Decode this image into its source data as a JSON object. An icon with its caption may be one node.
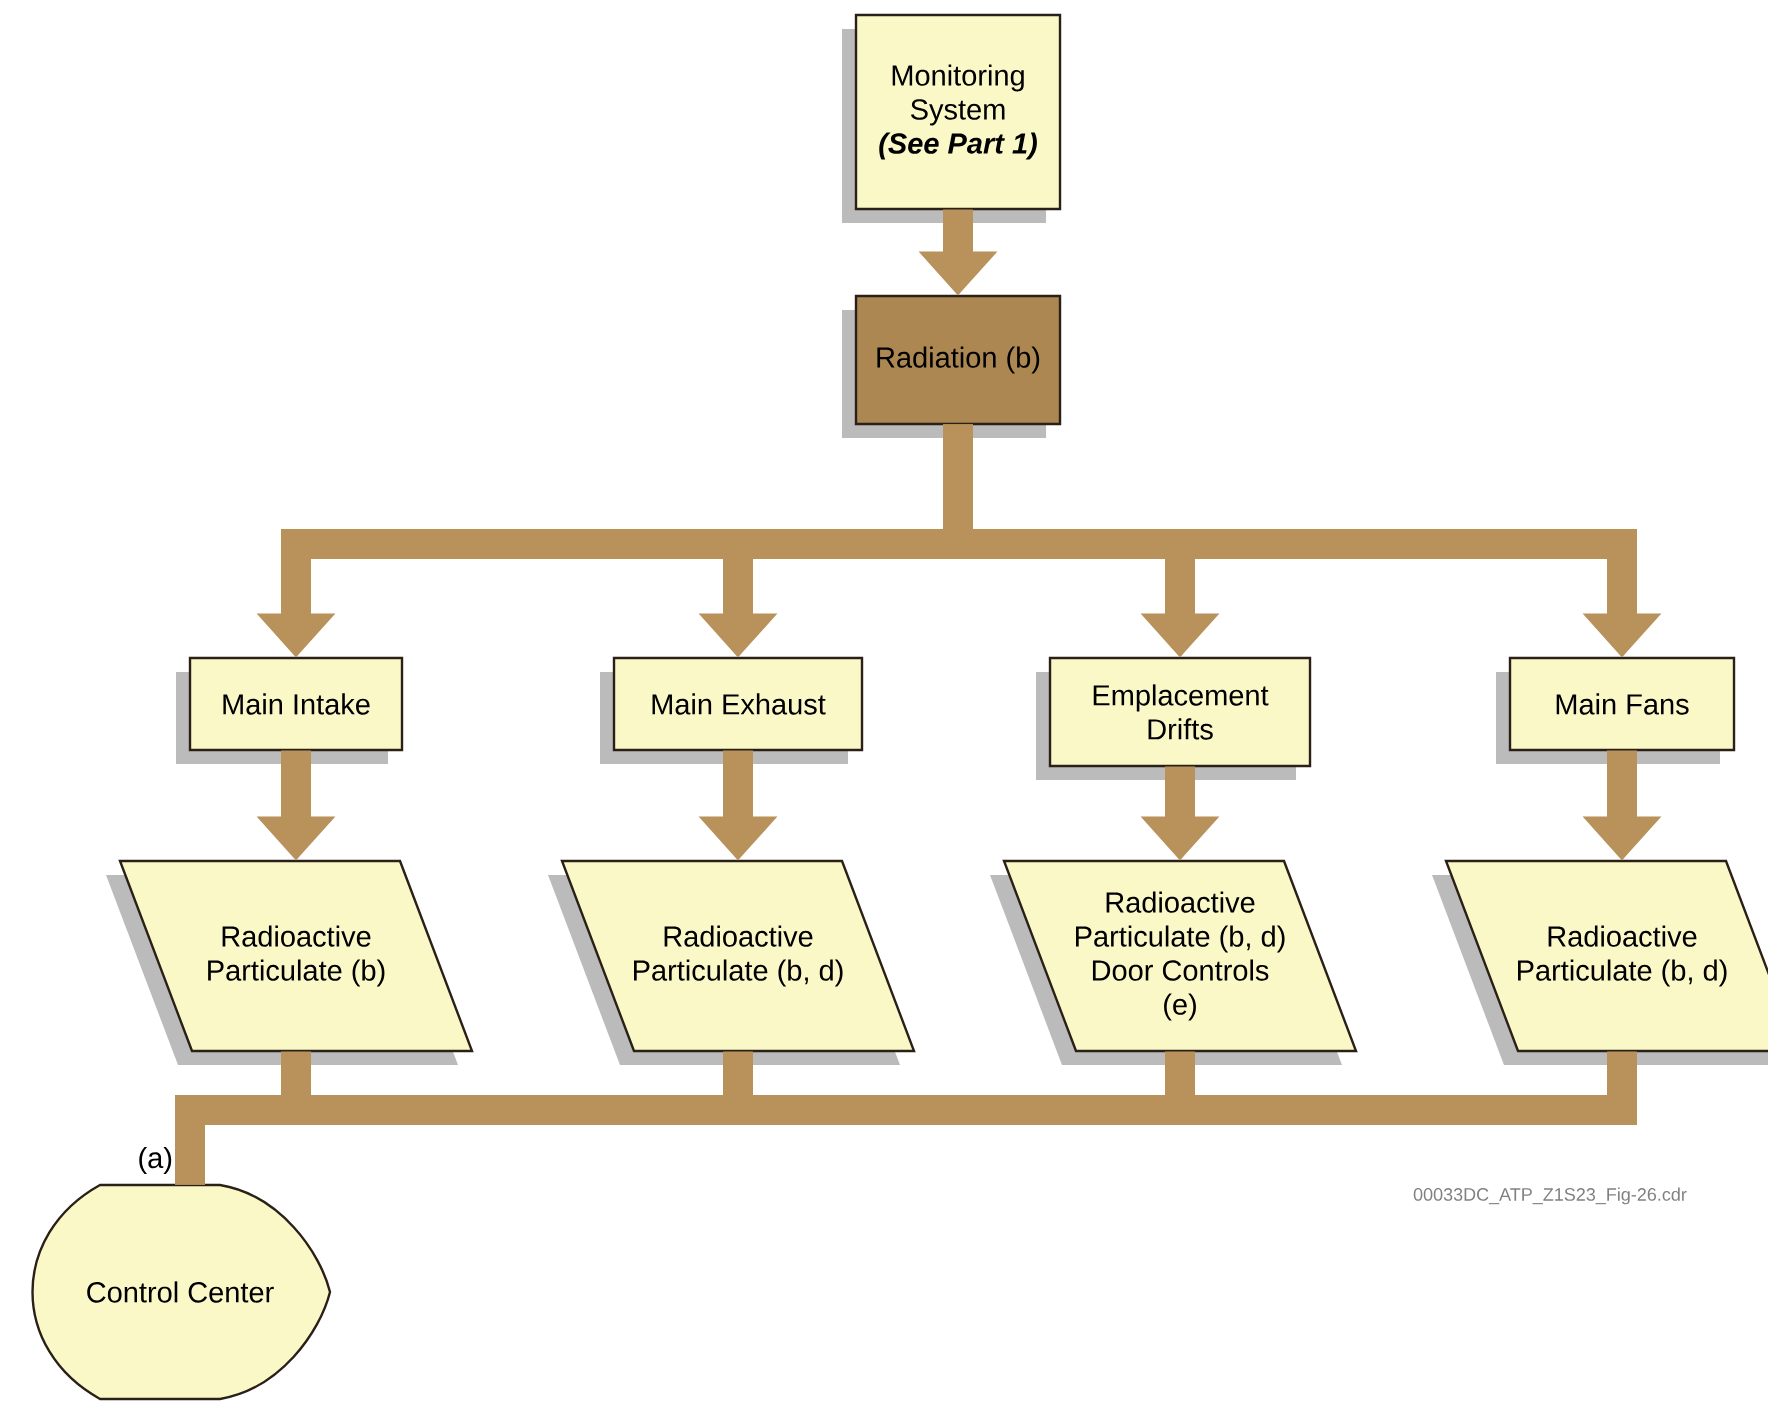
{
  "diagram": {
    "nodes": [
      {
        "text": [
          "Monitoring System",
          "(See Part 1)"
        ]
      },
      {
        "text": [
          "Radiation (b)"
        ]
      },
      {
        "text": [
          "Main Intake"
        ]
      },
      {
        "text": [
          "Main Exhaust"
        ]
      },
      {
        "text": [
          "Emplacement Drifts"
        ]
      },
      {
        "text": [
          "Main Fans"
        ]
      },
      {
        "text": [
          "Radioactive Particulate (b)"
        ]
      },
      {
        "text": [
          "Radioactive Particulate (b, d)"
        ]
      },
      {
        "text": [
          "Radioactive Particulate (b, d)",
          "Door Controls (e)"
        ]
      },
      {
        "text": [
          "Radioactive Particulate (b, d)"
        ]
      },
      {
        "text": [
          "Control Center"
        ],
        "beside": [
          "(a)"
        ]
      }
    ],
    "edges": [
      {
        "from": 0,
        "to": 1,
        "arrow": "to"
      },
      {
        "from": 1,
        "to": 2,
        "arrow": "to"
      },
      {
        "from": 1,
        "to": 3,
        "arrow": "to"
      },
      {
        "from": 1,
        "to": 4,
        "arrow": "to"
      },
      {
        "from": 1,
        "to": 5,
        "arrow": "to"
      },
      {
        "from": 2,
        "to": 6,
        "arrow": "to"
      },
      {
        "from": 3,
        "to": 7,
        "arrow": "to"
      },
      {
        "from": 4,
        "to": 8,
        "arrow": "to"
      },
      {
        "from": 5,
        "to": 9,
        "arrow": "to"
      },
      {
        "from": 6,
        "to": 10,
        "arrow": "none"
      },
      {
        "from": 7,
        "to": 10,
        "arrow": "none"
      },
      {
        "from": 8,
        "to": 10,
        "arrow": "none"
      },
      {
        "from": 9,
        "to": 10,
        "arrow": "none"
      }
    ],
    "labels": [
      "00033DC_ATP_Z1S23_Fig-26.cdr"
    ]
  }
}
